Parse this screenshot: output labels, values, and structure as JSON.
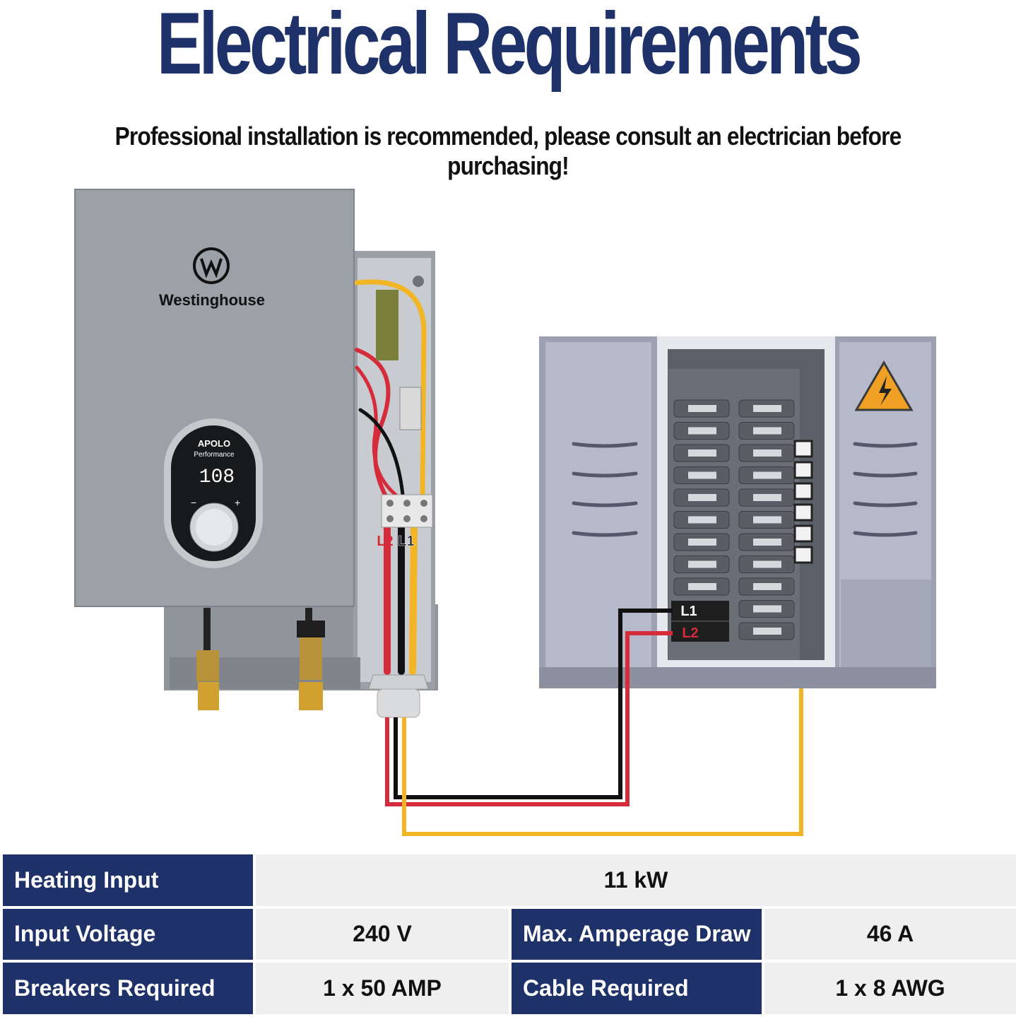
{
  "header": {
    "title": "Electrical Requirements",
    "subtitle": "Professional installation is recommended, please consult an electrician before purchasing!"
  },
  "heater": {
    "brand": "Westinghouse",
    "model_line1": "APOLO",
    "model_line2": "Performance",
    "display": "108",
    "terminal_l2": "L2",
    "terminal_l1": "L1"
  },
  "panel": {
    "breaker_l1": "L1",
    "breaker_l2": "L2"
  },
  "colors": {
    "navy": "#1f3169",
    "wire_red": "#d62b3a",
    "wire_black": "#111111",
    "wire_yellow": "#f2b526",
    "warning": "#f0a024"
  },
  "specs": {
    "heating_input_label": "Heating Input",
    "heating_input_value": "11 kW",
    "input_voltage_label": "Input Voltage",
    "input_voltage_value": "240 V",
    "max_amperage_label": "Max. Amperage Draw",
    "max_amperage_value": "46 A",
    "breakers_label": "Breakers Required",
    "breakers_value": "1 x 50 AMP",
    "cable_label": "Cable Required",
    "cable_value": "1 x 8 AWG"
  }
}
